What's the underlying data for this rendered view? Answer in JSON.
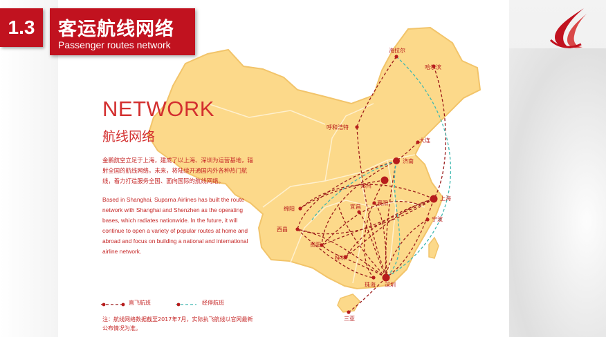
{
  "header": {
    "section_number": "1.3",
    "title_cn": "客运航线网络",
    "title_en": "Passenger routes network"
  },
  "intro": {
    "heading_en": "NETWORK",
    "heading_cn": "航线网络",
    "paragraph_cn": "金鹏航空立足于上海，建成了以上海、深圳为运营基地，辐射全国的航线网络。未来，将陆续开通国内外各种热门航线，着力打造服务全国、面向国际的航线网络。",
    "paragraph_en": "Based in Shanghai, Suparna Airlines has built the route network with Shanghai and Shenzhen as the operating bases, which radiates nationwide. In the future, it will continue to open a variety of popular routes at home and abroad and focus on building a national and international airline network."
  },
  "legend": {
    "direct_label": "直飞航班",
    "stopover_label": "经停航班",
    "direct_color": "#9b1b1b",
    "stopover_color": "#3fb8b0"
  },
  "note": "注：航线网络数据截至2017年7月，实际执飞航线以官网最新公布情况为准。",
  "map": {
    "land_color": "#fcd98a",
    "border_color": "#f2c46a",
    "marker_color": "#b71c1c",
    "cities": {
      "hailaer": "海拉尔",
      "haerbin": "哈尔滨",
      "huhehaote": "呼和浩特",
      "dalian": "大连",
      "jinan": "济南",
      "zhengzhou": "郑州",
      "shanghai": "上海",
      "mianyang": "绵阳",
      "yichang": "宜昌",
      "xiangyang": "襄阳",
      "ningbo": "宁波",
      "xichang": "西昌",
      "guiyang": "贵阳",
      "guilin": "桂林",
      "zhuhai": "珠海",
      "shenzhen": "深圳",
      "sanya": "三亚"
    }
  }
}
